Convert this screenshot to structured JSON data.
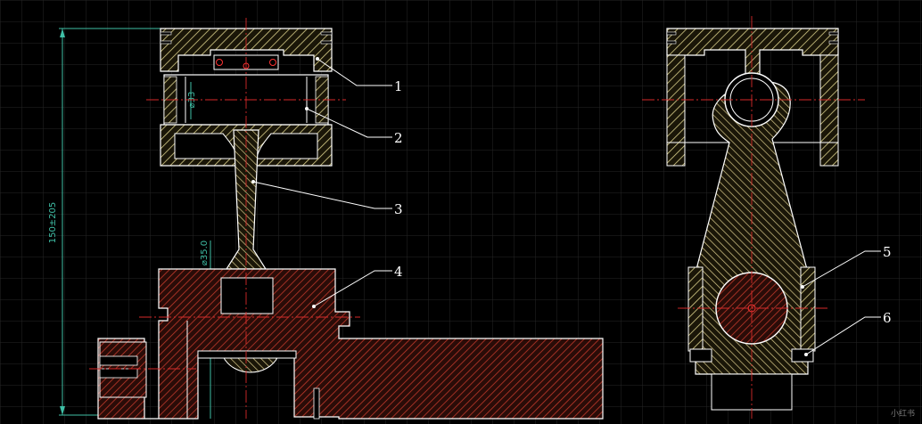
{
  "colors": {
    "background": "#000000",
    "grid": "#2b2b2b",
    "grid_major": "#3a3a3a",
    "outline": "#ffffff",
    "hatch_piston": "#d9cf8a",
    "hatch_rod": "#d8c98a",
    "hatch_crank": "#c0392b",
    "center_line": "#d62a2a",
    "dimension": "#3fbfa6",
    "leader": "#ffffff",
    "marker": "#ff3333"
  },
  "dimensions": {
    "overall_height": "150±205",
    "pin_diameter": "⌀33",
    "rod_journal": "⌀35.0"
  },
  "callouts": [
    {
      "label": "1"
    },
    {
      "label": "2"
    },
    {
      "label": "3"
    },
    {
      "label": "4"
    },
    {
      "label": "5"
    },
    {
      "label": "6"
    }
  ],
  "watermark": "小红书"
}
